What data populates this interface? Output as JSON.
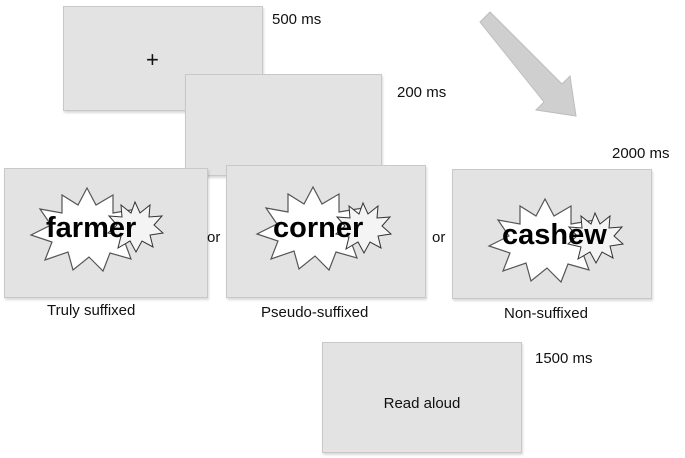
{
  "fixation": {
    "symbol": "+",
    "duration": "500 ms"
  },
  "blank": {
    "duration": "200 ms"
  },
  "stimulus": {
    "duration": "2000 ms",
    "separator": "or",
    "conditions": [
      {
        "word": "farmer",
        "caption": "Truly suffixed"
      },
      {
        "word": "corner",
        "caption": "Pseudo-suffixed"
      },
      {
        "word": "cashew",
        "caption": "Non-suffixed"
      }
    ]
  },
  "response": {
    "instruction": "Read aloud",
    "duration": "1500 ms"
  },
  "colors": {
    "screen": "#e3e3e3",
    "burst_fill": "#ffffff",
    "burst_stroke": "#555555",
    "arrow": "#cfcfcf"
  }
}
